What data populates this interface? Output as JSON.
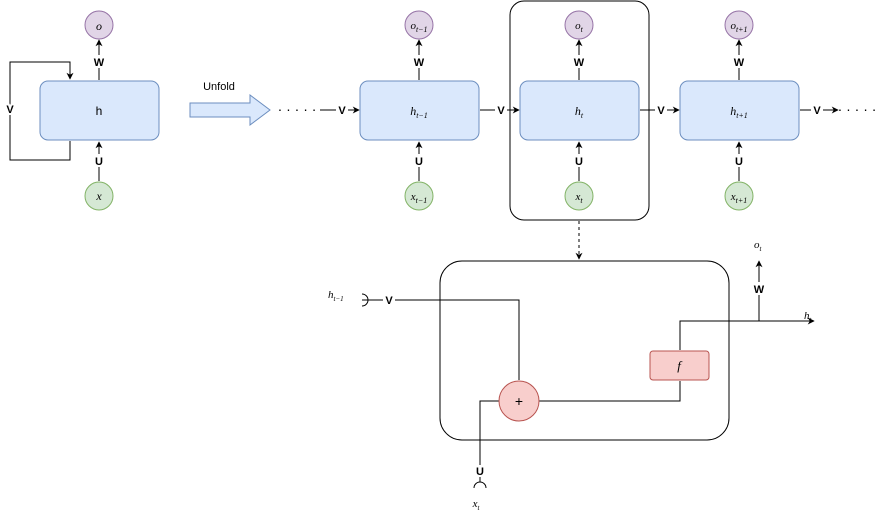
{
  "colors": {
    "hidden_fill": "#dae8fc",
    "hidden_stroke": "#6c8ebf",
    "output_fill": "#e1d5e7",
    "output_stroke": "#9673a6",
    "input_fill": "#d5e8d4",
    "input_stroke": "#82b366",
    "op_fill": "#f8cecc",
    "op_stroke": "#b85450",
    "line": "#000000"
  },
  "folded": {
    "hidden": "h",
    "output": "o",
    "input": "x",
    "w": "W",
    "u": "U",
    "v": "V"
  },
  "unfold_label": "Unfold",
  "dots_left": "· · · · ·",
  "dots_right": "· · · · ·",
  "unfolded": [
    {
      "hidden": "h",
      "sub": "t−1",
      "output": "o",
      "input": "x",
      "w": "W",
      "u": "U"
    },
    {
      "hidden": "h",
      "sub": "t",
      "output": "o",
      "input": "x",
      "w": "W",
      "u": "U"
    },
    {
      "hidden": "h",
      "sub": "t+1",
      "output": "o",
      "input": "x",
      "w": "W",
      "u": "U"
    }
  ],
  "chain_v_labels": [
    "V",
    "V",
    "V",
    "V"
  ],
  "detail": {
    "h_prev": "h",
    "h_prev_sub": "t−1",
    "v": "V",
    "x": "x",
    "x_sub": "t",
    "u": "U",
    "plus": "+",
    "f": "f",
    "o": "o",
    "o_sub": "t",
    "w": "W",
    "h_out": "h",
    "h_out_sub": "t"
  }
}
